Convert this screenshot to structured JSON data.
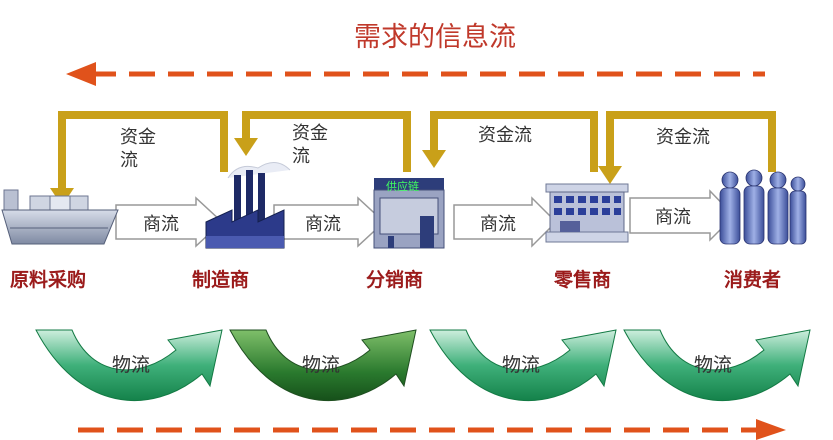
{
  "title": "需求的信息流",
  "money_flow_label": "资金流",
  "money_flow_split": [
    "资金",
    "流"
  ],
  "commerce_flow_label": "商流",
  "logistics_flow_label": "物流",
  "distributor_sign": "供应链",
  "nodes": [
    "原料采购",
    "制造商",
    "分销商",
    "零售商",
    "消费者"
  ],
  "colors": {
    "title": "#c0392b",
    "dashed_arrow": "#e0521b",
    "money_arrow": "#c9a019",
    "node_label": "#9b1b1b",
    "logistics_arrow": "#1e9658",
    "logistics_arrow_dark": "#1f6d2a",
    "flow_text": "#333333"
  },
  "icons": [
    "ship-icon",
    "factory-icon",
    "warehouse-icon",
    "store-icon",
    "people-icon"
  ]
}
